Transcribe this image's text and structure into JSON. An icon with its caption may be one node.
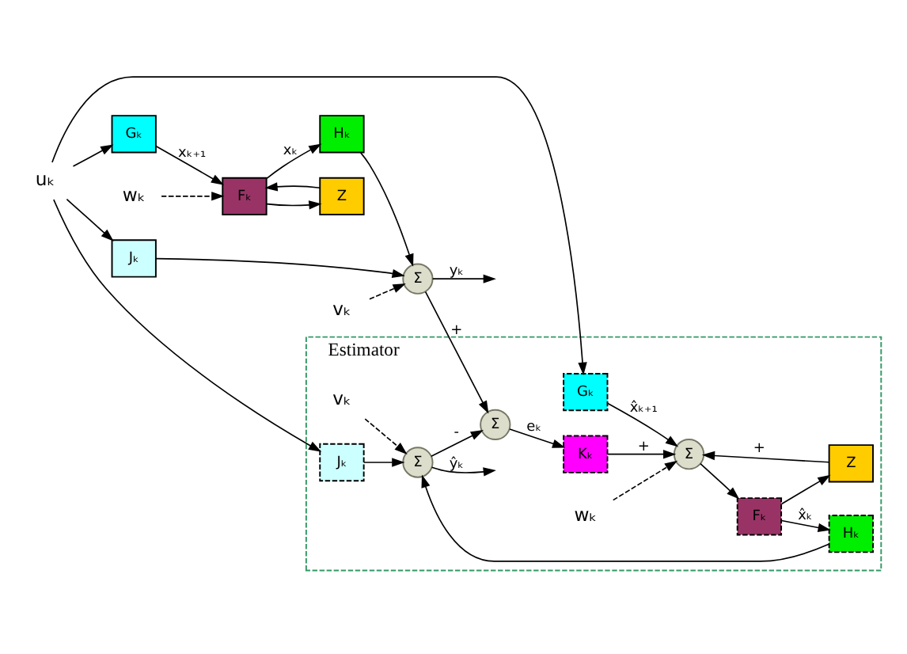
{
  "diagram": {
    "nodes": [
      {
        "text": [
          "uₖ"
        ]
      },
      {
        "text": [
          "Gₖ"
        ]
      },
      {
        "text": [
          "wₖ"
        ]
      },
      {
        "text": [
          "Fₖ"
        ]
      },
      {
        "text": [
          "Z"
        ]
      },
      {
        "text": [
          "Hₖ"
        ]
      },
      {
        "text": [
          "vₖ"
        ]
      },
      {
        "text": [
          "Σ"
        ]
      },
      {
        "text": [
          "Jₖ"
        ]
      },
      {
        "text": [
          "Estimator"
        ]
      },
      {
        "text": [
          "Kₖ"
        ],
        "in": 9
      },
      {
        "text": [
          "Σ"
        ],
        "in": 9
      },
      {
        "text": [
          "Gₖ"
        ],
        "in": 9
      },
      {
        "text": [
          "Σ"
        ],
        "in": 9
      },
      {
        "text": [
          "Fₖ"
        ],
        "in": 9
      },
      {
        "text": [
          "Z"
        ],
        "in": 9
      },
      {
        "text": [
          "Hₖ"
        ],
        "in": 9
      },
      {
        "text": [
          "Σ"
        ],
        "in": 9
      },
      {
        "text": [
          "wₖ"
        ],
        "in": 9
      },
      {
        "text": [
          "vₖ"
        ],
        "in": 9
      },
      {
        "text": [
          "Jₖ"
        ],
        "in": 9
      }
    ],
    "edges": [
      {
        "from": 0,
        "to": 1,
        "arrow": "to"
      },
      {
        "from": 0,
        "to": 8,
        "arrow": "to"
      },
      {
        "from": 0,
        "to": 12,
        "arrow": "to"
      },
      {
        "from": 0,
        "to": 20,
        "arrow": "to"
      },
      {
        "from": 1,
        "to": 3,
        "arrow": "to",
        "label": "xₖ₊₁"
      },
      {
        "from": 2,
        "to": 3,
        "arrow": "to",
        "style": "dashed"
      },
      {
        "from": 4,
        "to": 3,
        "arrow": "to"
      },
      {
        "from": 3,
        "to": 4,
        "arrow": "to"
      },
      {
        "from": 3,
        "to": 5,
        "arrow": "to",
        "label": "xₖ"
      },
      {
        "from": 5,
        "to": 7,
        "arrow": "to"
      },
      {
        "from": 6,
        "to": 7,
        "arrow": "to",
        "style": "dashed"
      },
      {
        "from": 8,
        "to": 7,
        "arrow": "to"
      },
      {
        "from": 7,
        "to": null,
        "arrow": "to",
        "label": "yₖ"
      },
      {
        "from": 7,
        "to": 11,
        "arrow": "to",
        "label": "+"
      },
      {
        "from": 11,
        "to": 10,
        "arrow": "to",
        "label": "eₖ"
      },
      {
        "from": 10,
        "to": 13,
        "arrow": "to",
        "label": "+"
      },
      {
        "from": 12,
        "to": 13,
        "arrow": "to",
        "label": "x̂ₖ₊₁"
      },
      {
        "from": 18,
        "to": 13,
        "arrow": "to",
        "style": "dashed"
      },
      {
        "from": 15,
        "to": 13,
        "arrow": "to",
        "label": "+"
      },
      {
        "from": 13,
        "to": 14,
        "arrow": "to"
      },
      {
        "from": 14,
        "to": 15,
        "arrow": "to"
      },
      {
        "from": 14,
        "to": 16,
        "arrow": "to",
        "label": "x̂ₖ"
      },
      {
        "from": 16,
        "to": 17,
        "arrow": "to"
      },
      {
        "from": 19,
        "to": 17,
        "arrow": "to",
        "style": "dashed"
      },
      {
        "from": 20,
        "to": 17,
        "arrow": "to"
      },
      {
        "from": 17,
        "to": null,
        "arrow": "to",
        "label": "ŷₖ"
      },
      {
        "from": 17,
        "to": 11,
        "arrow": "to",
        "label": "-"
      }
    ]
  }
}
